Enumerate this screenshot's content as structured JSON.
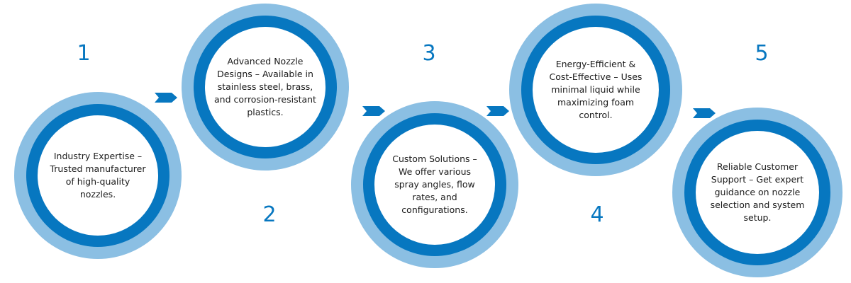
{
  "colors": {
    "outer_ring": "#8bbfe3",
    "inner_ring": "#0777c0",
    "number": "#0777c0",
    "arrow": "#0777c0"
  },
  "steps": [
    {
      "number": "1",
      "text": "Industry Expertise – Trusted manufacturer of high-quality nozzles."
    },
    {
      "number": "2",
      "text": "Advanced Nozzle Designs – Available in stainless steel, brass, and corrosion-resistant plastics."
    },
    {
      "number": "3",
      "text": "Custom Solutions – We offer various spray angles, flow rates, and configurations."
    },
    {
      "number": "4",
      "text": "Energy-Efficient & Cost-Effective – Uses minimal liquid while maximizing foam control."
    },
    {
      "number": "5",
      "text": "Reliable Customer Support – Get expert guidance on nozzle selection and system setup."
    }
  ],
  "arrows": [
    "arrow-1-2",
    "arrow-2-3",
    "arrow-3-4",
    "arrow-4-5"
  ]
}
